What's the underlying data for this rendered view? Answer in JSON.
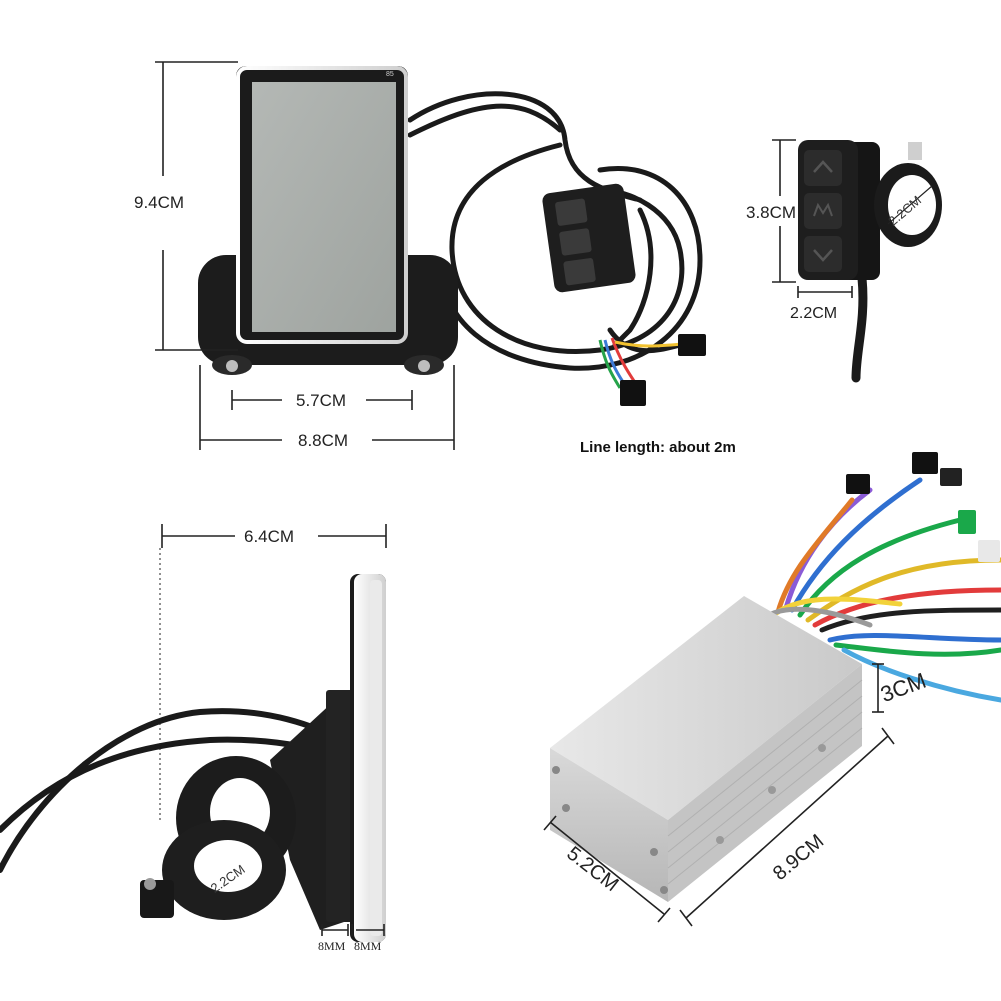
{
  "display": {
    "screen_badge": "85",
    "height_label": "9.4CM",
    "screen_width_label": "5.7CM",
    "total_width_label": "8.8CM"
  },
  "remote_button": {
    "height_label": "3.8CM",
    "clamp_label": "2.2CM",
    "width_label": "2.2CM"
  },
  "line_note": "Line length: about 2m",
  "side_view": {
    "depth_label": "6.4CM",
    "clamp_label": "2.2CM",
    "gap_left_label": "8MM",
    "gap_right_label": "8MM"
  },
  "controller": {
    "height_label": "3CM",
    "length_label": "8.9CM",
    "width_label": "5.2CM"
  },
  "colors": {
    "plastic": "#1c1c1c",
    "screen": "#a9aeaa",
    "bezel": "#e6e6e6",
    "aluminium": "#d3d3d3"
  }
}
